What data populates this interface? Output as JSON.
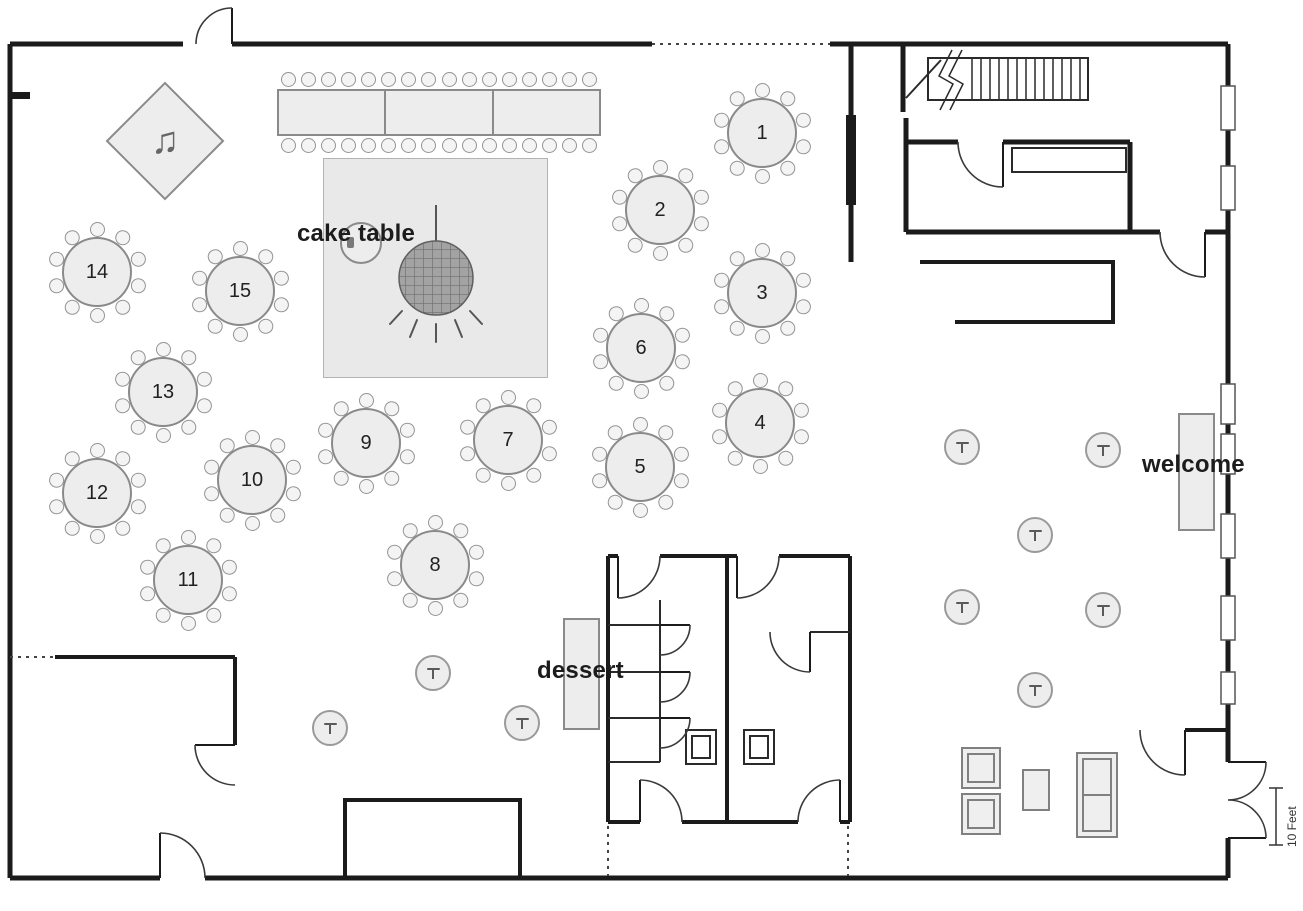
{
  "labels": {
    "cake_table": "cake table",
    "dessert": "dessert",
    "welcome": "welcome",
    "scale_bar": "10 Feet"
  },
  "icons": {
    "music_note": "♫",
    "cocktail_table": "small standing table glyph",
    "disco_ball": "mirror ball over dance floor"
  },
  "colors": {
    "wall": "#1b1b1b",
    "furniture_fill": "#ededed",
    "furniture_stroke": "#8a8a8a",
    "floor_fill": "#e9e9e9"
  },
  "guest_tables": [
    {
      "number": "1"
    },
    {
      "number": "2"
    },
    {
      "number": "3"
    },
    {
      "number": "4"
    },
    {
      "number": "5"
    },
    {
      "number": "6"
    },
    {
      "number": "7"
    },
    {
      "number": "8"
    },
    {
      "number": "9"
    },
    {
      "number": "10"
    },
    {
      "number": "11"
    },
    {
      "number": "12"
    },
    {
      "number": "13"
    },
    {
      "number": "14"
    },
    {
      "number": "15"
    }
  ]
}
